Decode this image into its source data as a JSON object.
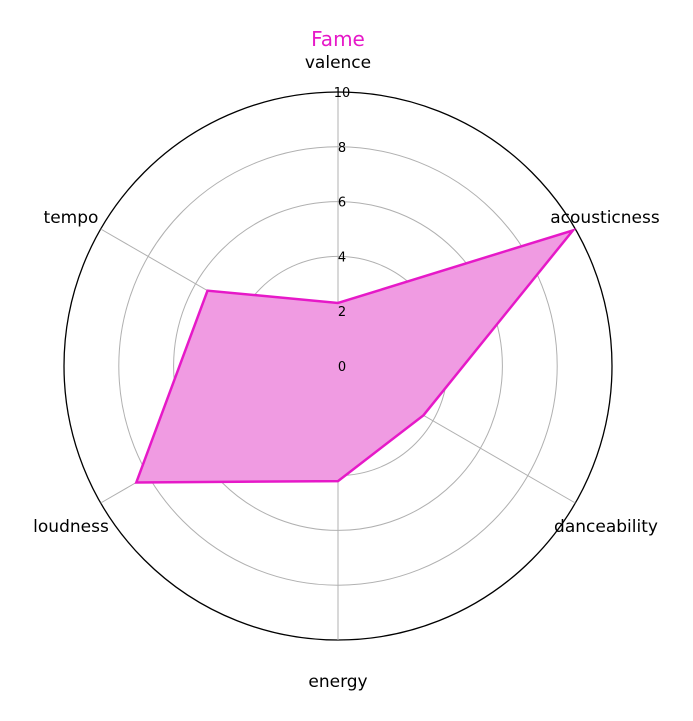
{
  "chart_data": {
    "type": "radar",
    "title": "Fame",
    "title_color": "#e619c8",
    "line_color": "#e619c8",
    "fill_color": "#f09be2",
    "categories": [
      "valence",
      "acousticness",
      "danceability",
      "energy",
      "loudness",
      "tempo"
    ],
    "series": [
      {
        "name": "",
        "values": [
          2.3,
          9.9,
          3.6,
          4.2,
          8.5,
          5.5
        ]
      }
    ],
    "rlim": [
      0,
      10
    ],
    "rticks": [
      0,
      2,
      4,
      6,
      8,
      10
    ],
    "grid": true
  }
}
